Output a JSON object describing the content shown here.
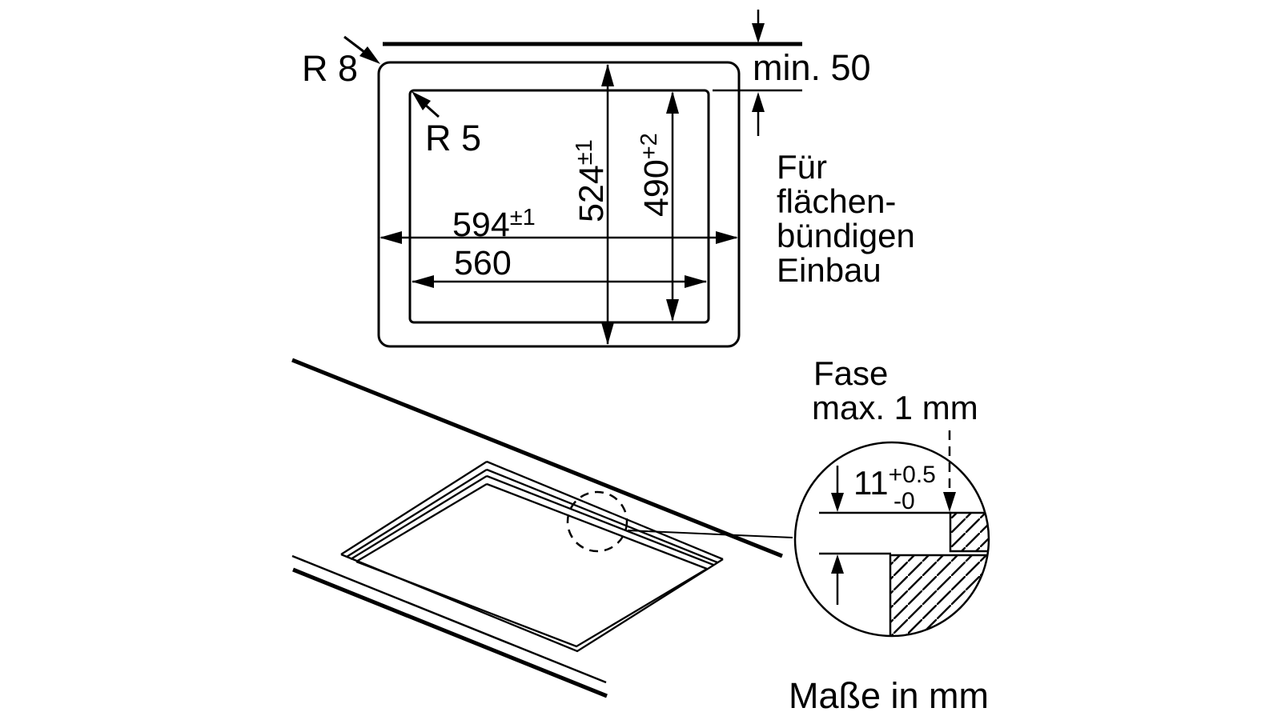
{
  "colors": {
    "line": "#000000",
    "background": "#ffffff"
  },
  "top_view": {
    "radius_outer": "R 8",
    "radius_inner": "R 5",
    "outer_width": {
      "value": "594",
      "tol": "±1"
    },
    "inner_width": {
      "value": "560"
    },
    "outer_height": {
      "value": "524",
      "tol": "±1"
    },
    "inner_height": {
      "value": "490",
      "tol": "+2"
    },
    "min_clearance": "min. 50",
    "note_lines": [
      "Für",
      "flächen-",
      "bündigen",
      "Einbau"
    ]
  },
  "detail": {
    "chamfer_line1": "Fase",
    "chamfer_line2": "max. 1 mm",
    "depth": {
      "value": "11",
      "tol_plus": "+0.5",
      "tol_minus": "-0"
    }
  },
  "footer": {
    "units_note": "Maße in mm"
  }
}
